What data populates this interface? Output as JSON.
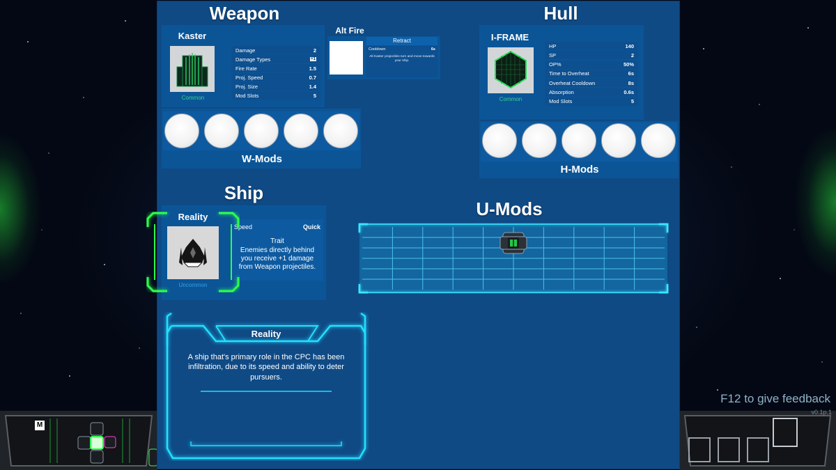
{
  "weapon": {
    "title": "Weapon",
    "name": "Kaster",
    "rarity": "Common",
    "stats": [
      {
        "label": "Damage",
        "value": "2"
      },
      {
        "label": "Damage Types",
        "value": "+1"
      },
      {
        "label": "Fire Rate",
        "value": "1.5"
      },
      {
        "label": "Proj. Speed",
        "value": "0.7"
      },
      {
        "label": "Proj. Size",
        "value": "1.4"
      },
      {
        "label": "Mod Slots",
        "value": "5"
      }
    ],
    "alt_fire": {
      "title": "Alt Fire",
      "name": "Retract",
      "cooldown_label": "Cooldown",
      "cooldown_value": "6s",
      "description": "All Kaster projectiles turn and move towards your ship."
    },
    "mods_label": "W-Mods"
  },
  "hull": {
    "title": "Hull",
    "name": "I-FRAME",
    "rarity": "Common",
    "stats": [
      {
        "label": "HP",
        "value": "140"
      },
      {
        "label": "SP",
        "value": "2"
      },
      {
        "label": "OP%",
        "value": "50%"
      },
      {
        "label": "Time to Overheat",
        "value": "6s"
      },
      {
        "label": "Overheat Cooldown",
        "value": "8s"
      },
      {
        "label": "Absorption",
        "value": "0.6s"
      },
      {
        "label": "Mod Slots",
        "value": "5"
      }
    ],
    "mods_label": "H-Mods"
  },
  "ship": {
    "title": "Ship",
    "name": "Reality",
    "rarity": "Uncommon",
    "speed_label": "Speed",
    "speed_value": "Quick",
    "trait_title": "Trait",
    "trait_text": "Enemies directly behind you receive +1 damage from Weapon projectiles."
  },
  "umods": {
    "title": "U-Mods"
  },
  "description": {
    "title": "Reality",
    "text": "A ship that's primary role in the CPC has been infiltration, due to its speed and ability to deter pursuers."
  },
  "hud": {
    "minimap_key": "M",
    "feedback": "F12 to give feedback",
    "version": "v0.1p.1"
  },
  "colors": {
    "panel": "#0f4a85",
    "common": "#37d28a",
    "uncommon": "#37a0e0",
    "accent_cyan": "#22e0ff",
    "select_green": "#2cff4a"
  }
}
